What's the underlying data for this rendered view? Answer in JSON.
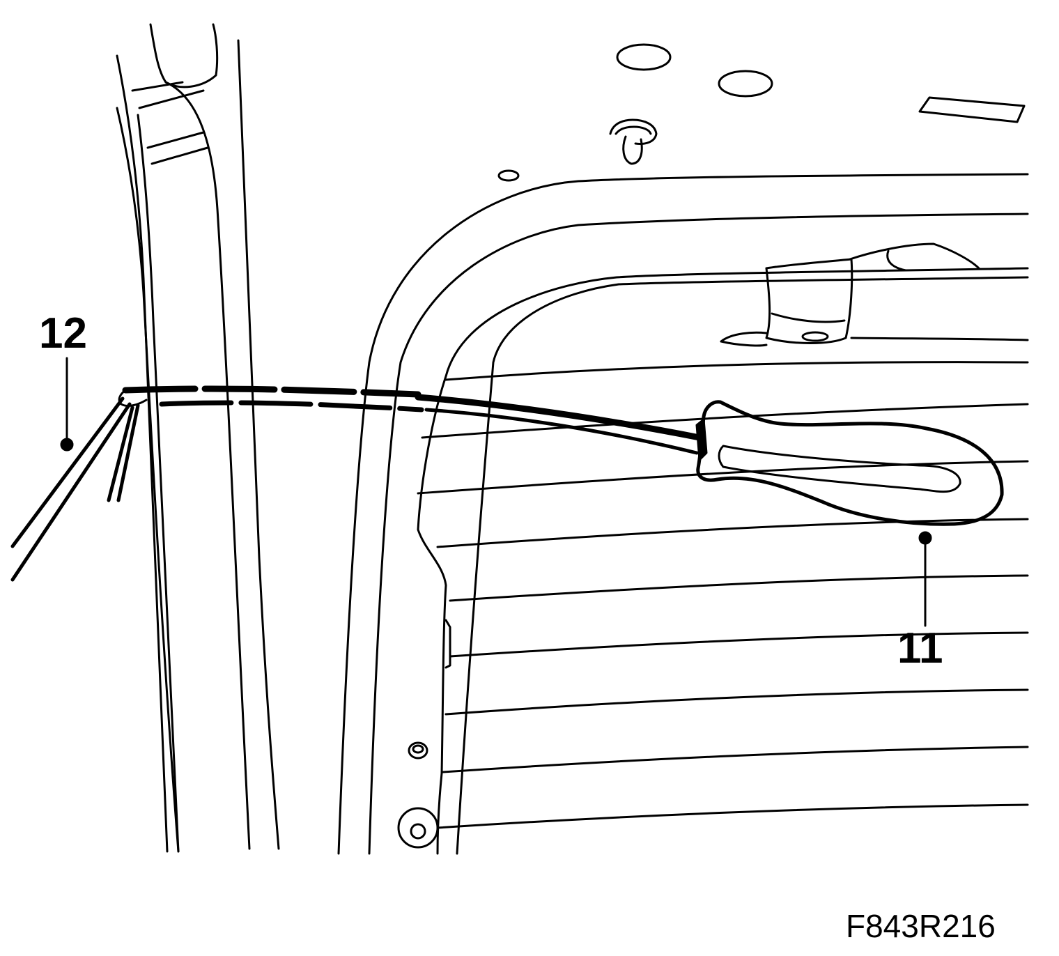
{
  "callouts": {
    "item_12": "12",
    "item_11": "11"
  },
  "figure_id": "F843R216",
  "colors": {
    "line": "#000000",
    "background": "#ffffff"
  }
}
